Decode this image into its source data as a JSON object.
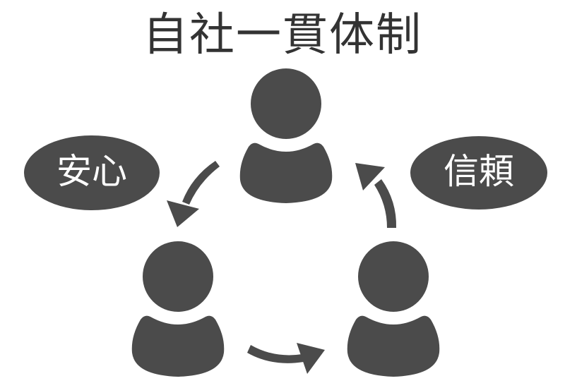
{
  "title": "自社一貫体制",
  "colors": {
    "icon": "#4b4b4b",
    "title_text": "#333333",
    "bubble_text": "#ffffff",
    "background": "#ffffff"
  },
  "bubbles": [
    {
      "id": "left",
      "label": "安心"
    },
    {
      "id": "right",
      "label": "信頼"
    }
  ],
  "nodes": [
    {
      "id": "top",
      "icon": "person-icon"
    },
    {
      "id": "bottom-left",
      "icon": "person-icon"
    },
    {
      "id": "bottom-right",
      "icon": "person-icon"
    }
  ],
  "arrows": [
    {
      "from": "top",
      "to": "bottom-left",
      "icon": "curved-arrow-icon"
    },
    {
      "from": "bottom-left",
      "to": "bottom-right",
      "icon": "curved-arrow-icon"
    },
    {
      "from": "bottom-right",
      "to": "top",
      "icon": "curved-arrow-icon"
    }
  ]
}
